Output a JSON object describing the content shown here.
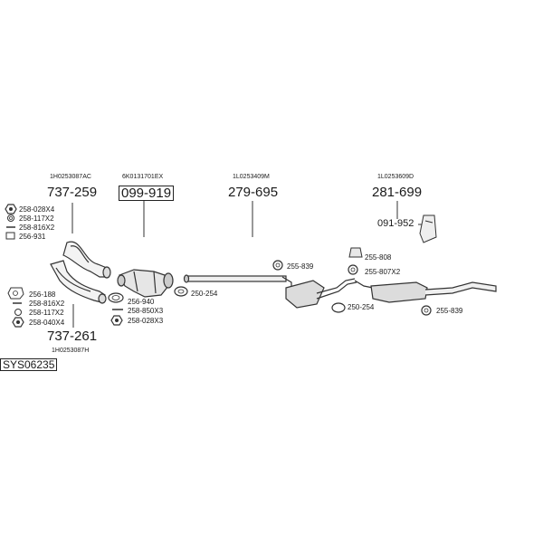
{
  "diagram_id": "SYS06235",
  "parts": {
    "p1_oem": "1H0253087AC",
    "p1_code": "737-259",
    "p2_oem": "6K0131701EX",
    "p2_code": "099-919",
    "p3_oem": "1L0253409M",
    "p3_code": "279-695",
    "p4_oem": "1L0253609D",
    "p4_code": "281-699",
    "p4_bracket": "091-952",
    "p5_code": "737-261",
    "p5_oem": "1H0253087H"
  },
  "hardware": {
    "h1": "258-028X4",
    "h2": "258-117X2",
    "h3": "258-816X2",
    "h4": "256-931",
    "h5": "256-188",
    "h6": "258-816X2",
    "h7": "258-117X2",
    "h8": "258-040X4",
    "h9": "256-940",
    "h10": "258-850X3",
    "h11": "258-028X3",
    "h12": "250-254",
    "h13": "255-839",
    "h14": "250-254",
    "h15": "255-808",
    "h16": "255-807X2",
    "h17": "255-839"
  }
}
